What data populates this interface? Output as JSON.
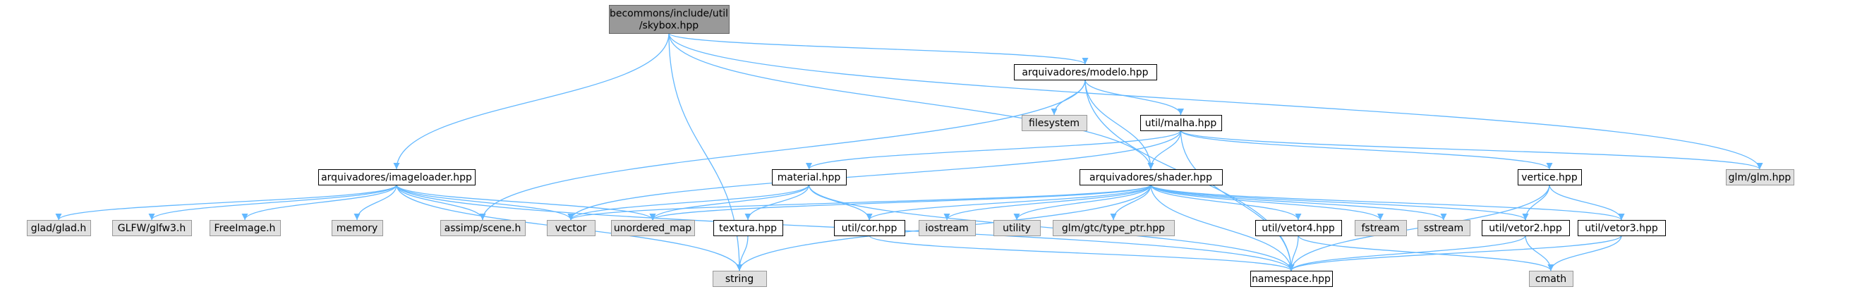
{
  "colors": {
    "edge": "#63b8ff",
    "root_fill": "#999999",
    "root_border": "#666666",
    "doc_fill": "#ffffff",
    "doc_border": "#000000",
    "ext_fill": "#e0e0e0",
    "ext_border": "#999999",
    "text": "#000000"
  },
  "nodes": [
    {
      "id": "skybox",
      "kind": "root",
      "lines": [
        "becommons/include/util",
        "/skybox.hpp"
      ]
    },
    {
      "id": "modelo",
      "kind": "doc",
      "lines": [
        "arquivadores/modelo.hpp"
      ]
    },
    {
      "id": "imageloader",
      "kind": "doc",
      "lines": [
        "arquivadores/imageloader.hpp"
      ]
    },
    {
      "id": "filesystem",
      "kind": "ext",
      "lines": [
        "filesystem"
      ]
    },
    {
      "id": "malha",
      "kind": "doc",
      "lines": [
        "util/malha.hpp"
      ]
    },
    {
      "id": "material",
      "kind": "doc",
      "lines": [
        "material.hpp"
      ]
    },
    {
      "id": "shader",
      "kind": "doc",
      "lines": [
        "arquivadores/shader.hpp"
      ]
    },
    {
      "id": "vertice",
      "kind": "doc",
      "lines": [
        "vertice.hpp"
      ]
    },
    {
      "id": "glm",
      "kind": "ext",
      "lines": [
        "glm/glm.hpp"
      ]
    },
    {
      "id": "glad",
      "kind": "ext",
      "lines": [
        "glad/glad.h"
      ]
    },
    {
      "id": "glfw3",
      "kind": "ext",
      "lines": [
        "GLFW/glfw3.h"
      ]
    },
    {
      "id": "freeimage",
      "kind": "ext",
      "lines": [
        "FreeImage.h"
      ]
    },
    {
      "id": "memory",
      "kind": "ext",
      "lines": [
        "memory"
      ]
    },
    {
      "id": "assimp",
      "kind": "ext",
      "lines": [
        "assimp/scene.h"
      ]
    },
    {
      "id": "vector",
      "kind": "ext",
      "lines": [
        "vector"
      ]
    },
    {
      "id": "unordered_map",
      "kind": "ext",
      "lines": [
        "unordered_map"
      ]
    },
    {
      "id": "textura",
      "kind": "doc",
      "lines": [
        "textura.hpp"
      ]
    },
    {
      "id": "cor",
      "kind": "doc",
      "lines": [
        "util/cor.hpp"
      ]
    },
    {
      "id": "iostream",
      "kind": "ext",
      "lines": [
        "iostream"
      ]
    },
    {
      "id": "utility",
      "kind": "ext",
      "lines": [
        "utility"
      ]
    },
    {
      "id": "type_ptr",
      "kind": "ext",
      "lines": [
        "glm/gtc/type_ptr.hpp"
      ]
    },
    {
      "id": "vetor4",
      "kind": "doc",
      "lines": [
        "util/vetor4.hpp"
      ]
    },
    {
      "id": "fstream",
      "kind": "ext",
      "lines": [
        "fstream"
      ]
    },
    {
      "id": "sstream",
      "kind": "ext",
      "lines": [
        "sstream"
      ]
    },
    {
      "id": "vetor2",
      "kind": "doc",
      "lines": [
        "util/vetor2.hpp"
      ]
    },
    {
      "id": "vetor3",
      "kind": "doc",
      "lines": [
        "util/vetor3.hpp"
      ]
    },
    {
      "id": "string",
      "kind": "ext",
      "lines": [
        "string"
      ]
    },
    {
      "id": "namespace",
      "kind": "doc",
      "lines": [
        "namespace.hpp"
      ]
    },
    {
      "id": "cmath",
      "kind": "ext",
      "lines": [
        "cmath"
      ]
    }
  ],
  "edges": [
    [
      "skybox",
      "modelo"
    ],
    [
      "skybox",
      "imageloader"
    ],
    [
      "skybox",
      "shader"
    ],
    [
      "skybox",
      "glm"
    ],
    [
      "skybox",
      "string"
    ],
    [
      "modelo",
      "filesystem"
    ],
    [
      "modelo",
      "malha"
    ],
    [
      "modelo",
      "shader"
    ],
    [
      "modelo",
      "assimp"
    ],
    [
      "modelo",
      "namespace"
    ],
    [
      "imageloader",
      "glad"
    ],
    [
      "imageloader",
      "glfw3"
    ],
    [
      "imageloader",
      "freeimage"
    ],
    [
      "imageloader",
      "memory"
    ],
    [
      "imageloader",
      "assimp"
    ],
    [
      "imageloader",
      "vector"
    ],
    [
      "imageloader",
      "unordered_map"
    ],
    [
      "imageloader",
      "string"
    ],
    [
      "imageloader",
      "namespace"
    ],
    [
      "malha",
      "material"
    ],
    [
      "malha",
      "shader"
    ],
    [
      "malha",
      "vertice"
    ],
    [
      "malha",
      "glm"
    ],
    [
      "malha",
      "vector"
    ],
    [
      "malha",
      "namespace"
    ],
    [
      "material",
      "vector"
    ],
    [
      "material",
      "unordered_map"
    ],
    [
      "material",
      "textura"
    ],
    [
      "material",
      "cor"
    ],
    [
      "material",
      "namespace"
    ],
    [
      "shader",
      "vector"
    ],
    [
      "shader",
      "unordered_map"
    ],
    [
      "shader",
      "cor"
    ],
    [
      "shader",
      "iostream"
    ],
    [
      "shader",
      "utility"
    ],
    [
      "shader",
      "type_ptr"
    ],
    [
      "shader",
      "vetor4"
    ],
    [
      "shader",
      "fstream"
    ],
    [
      "shader",
      "sstream"
    ],
    [
      "shader",
      "vetor2"
    ],
    [
      "shader",
      "vetor3"
    ],
    [
      "shader",
      "string"
    ],
    [
      "shader",
      "namespace"
    ],
    [
      "vertice",
      "vetor2"
    ],
    [
      "vertice",
      "vetor3"
    ],
    [
      "vertice",
      "namespace"
    ],
    [
      "textura",
      "string"
    ],
    [
      "cor",
      "namespace"
    ],
    [
      "vetor4",
      "namespace"
    ],
    [
      "vetor4",
      "cmath"
    ],
    [
      "vetor2",
      "namespace"
    ],
    [
      "vetor2",
      "cmath"
    ],
    [
      "vetor3",
      "namespace"
    ],
    [
      "vetor3",
      "cmath"
    ]
  ]
}
